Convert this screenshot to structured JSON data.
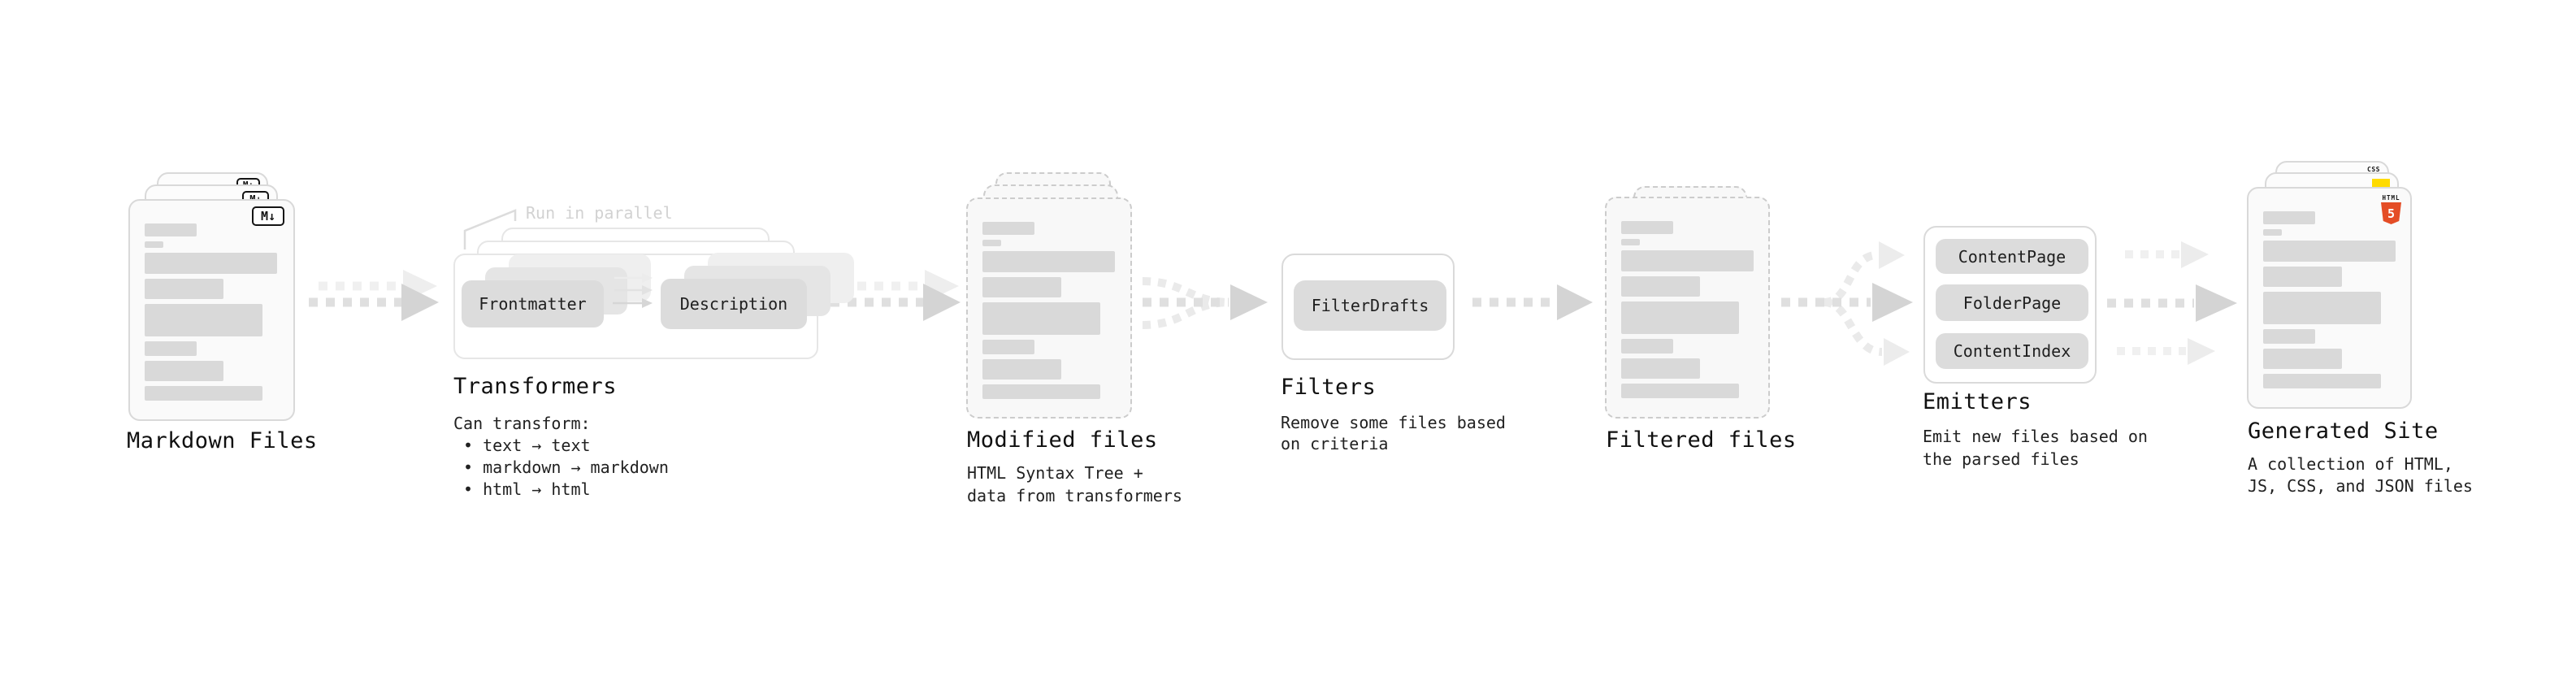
{
  "palette": {
    "html5_orange": "#e44d26",
    "js_yellow": "#ffdb00",
    "css_blue": "#2b5ce6"
  },
  "markdown_files": {
    "title": "Markdown Files",
    "badge_text": "M↓",
    "file_count": 3
  },
  "transformers": {
    "title": "Transformers",
    "annotation": "Run in parallel",
    "pill_left": "Frontmatter",
    "pill_right": "Description",
    "note_heading": "Can transform:",
    "bullets": [
      "• text → text",
      "• markdown → markdown",
      "• html → html"
    ]
  },
  "modified_files": {
    "title": "Modified files",
    "subtitle_line1": "HTML Syntax Tree +",
    "subtitle_line2": "data from transformers",
    "file_count": 3
  },
  "filters": {
    "title": "Filters",
    "pill": "FilterDrafts",
    "subtitle_line1": "Remove some files based",
    "subtitle_line2": "on criteria"
  },
  "filtered_files": {
    "title": "Filtered files",
    "file_count": 2
  },
  "emitters": {
    "title": "Emitters",
    "pills": [
      "ContentPage",
      "FolderPage",
      "ContentIndex"
    ],
    "subtitle_line1": "Emit new files based on",
    "subtitle_line2": "the parsed files"
  },
  "generated_site": {
    "title": "Generated Site",
    "subtitle_line1": "A collection of HTML,",
    "subtitle_line2": "JS, CSS, and JSON files",
    "badge_css": "CSS",
    "badge_html_label": "HTML",
    "badge_html_number": "5"
  }
}
